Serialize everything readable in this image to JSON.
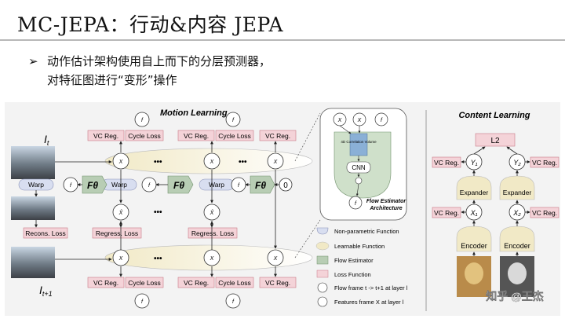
{
  "slide": {
    "title": "MC-JEPA：行动&内容 JEPA",
    "bullet_symbol": "➢",
    "bullet_line1": "动作估计架构使用自上而下的分层预测器，",
    "bullet_line2": "对特征图进行“变形”操作"
  },
  "diagram": {
    "motion_title": "Motion Learning",
    "content_title": "Content Learning",
    "vc_reg": "VC Reg.",
    "cycle_loss": "Cycle Loss",
    "warp": "Warp",
    "recons_loss": "Recons. Loss",
    "regress_loss": "Regress. Loss",
    "f_theta": "Fθ",
    "zero": "0",
    "dots": "•••",
    "I_t": "I",
    "I_t_sub": "t",
    "I_t1_sub": "t+1",
    "cnn": "CNN",
    "corr": "4D Correlation Volume",
    "flow_caption1": "Flow Estimator",
    "flow_caption2": "Architecture",
    "l2": "L2",
    "expander": "Expander",
    "encoder": "Encoder",
    "legend": [
      "Non-parametric Function",
      "Learnable Function",
      "Flow Estimator",
      "Loss Function",
      "Flow frame t -> t+1 at layer l",
      "Features frame X at layer l"
    ],
    "watermark": "知乎 @王杰"
  }
}
